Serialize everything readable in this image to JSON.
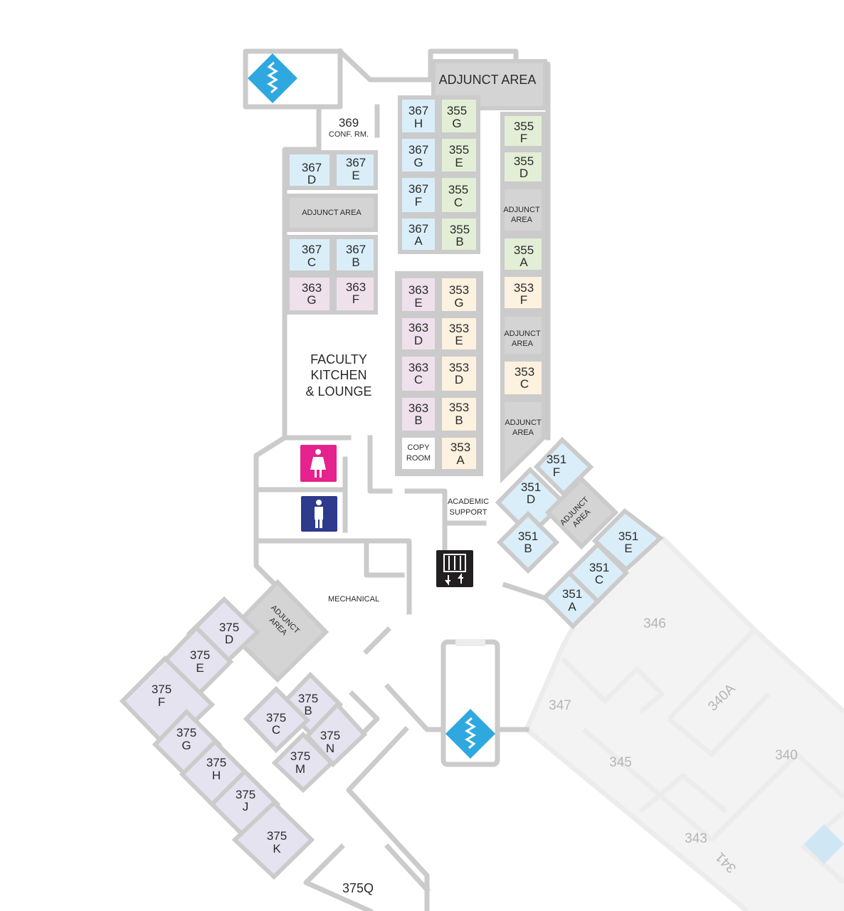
{
  "colors": {
    "blue": "#daeef9",
    "green": "#e2efd6",
    "pink": "#efe1ec",
    "peach": "#fdf1df",
    "lavender": "#e6e3f0",
    "grey": "#d4d4d4",
    "stairs": "#2fa8e0",
    "women": "#e5228d",
    "men": "#2e3a8c",
    "elevator": "#231f20"
  },
  "icons": {
    "stairs": "stairs-icon",
    "women": "women-restroom-icon",
    "men": "men-restroom-icon",
    "elevator": "elevator-icon"
  },
  "labels": {
    "adjunct_area": "ADJUNCT AREA",
    "adjunct": "ADJUNCT",
    "area": "AREA",
    "conf_room_num": "369",
    "conf_room": "CONF. RM.",
    "kitchen1": "FACULTY",
    "kitchen2": "KITCHEN",
    "kitchen3": "& LOUNGE",
    "copy1": "COPY",
    "copy2": "ROOM",
    "academic1": "ACADEMIC",
    "academic2": "SUPPORT",
    "mechanical": "MECHANICAL",
    "r375q": "375Q"
  },
  "rooms": {
    "r367h": [
      "367",
      "H"
    ],
    "r367g": [
      "367",
      "G"
    ],
    "r367f": [
      "367",
      "F"
    ],
    "r367a": [
      "367",
      "A"
    ],
    "r367d": [
      "367",
      "D"
    ],
    "r367e": [
      "367",
      "E"
    ],
    "r367c": [
      "367",
      "C"
    ],
    "r367b": [
      "367",
      "B"
    ],
    "r355g": [
      "355",
      "G"
    ],
    "r355e": [
      "355",
      "E"
    ],
    "r355c": [
      "355",
      "C"
    ],
    "r355b": [
      "355",
      "B"
    ],
    "r355f": [
      "355",
      "F"
    ],
    "r355d": [
      "355",
      "D"
    ],
    "r355a": [
      "355",
      "A"
    ],
    "r363g": [
      "363",
      "G"
    ],
    "r363f": [
      "363",
      "F"
    ],
    "r363e": [
      "363",
      "E"
    ],
    "r363d": [
      "363",
      "D"
    ],
    "r363c": [
      "363",
      "C"
    ],
    "r363b": [
      "363",
      "B"
    ],
    "r353g": [
      "353",
      "G"
    ],
    "r353e": [
      "353",
      "E"
    ],
    "r353d": [
      "353",
      "D"
    ],
    "r353b": [
      "353",
      "B"
    ],
    "r353a": [
      "353",
      "A"
    ],
    "r353f": [
      "353",
      "F"
    ],
    "r353c": [
      "353",
      "C"
    ],
    "r351f": [
      "351",
      "F"
    ],
    "r351d": [
      "351",
      "D"
    ],
    "r351b": [
      "351",
      "B"
    ],
    "r351e": [
      "351",
      "E"
    ],
    "r351c": [
      "351",
      "C"
    ],
    "r351a": [
      "351",
      "A"
    ],
    "r375d": [
      "375",
      "D"
    ],
    "r375e": [
      "375",
      "E"
    ],
    "r375f": [
      "375",
      "F"
    ],
    "r375g": [
      "375",
      "G"
    ],
    "r375h": [
      "375",
      "H"
    ],
    "r375j": [
      "375",
      "J"
    ],
    "r375k": [
      "375",
      "K"
    ],
    "r375b": [
      "375",
      "B"
    ],
    "r375c": [
      "375",
      "C"
    ],
    "r375n": [
      "375",
      "N"
    ],
    "r375m": [
      "375",
      "M"
    ]
  },
  "faint_rooms": {
    "r346": "346",
    "r347": "347",
    "r340a": "340A",
    "r345": "345",
    "r340": "340",
    "r343": "343",
    "r341": "341"
  }
}
